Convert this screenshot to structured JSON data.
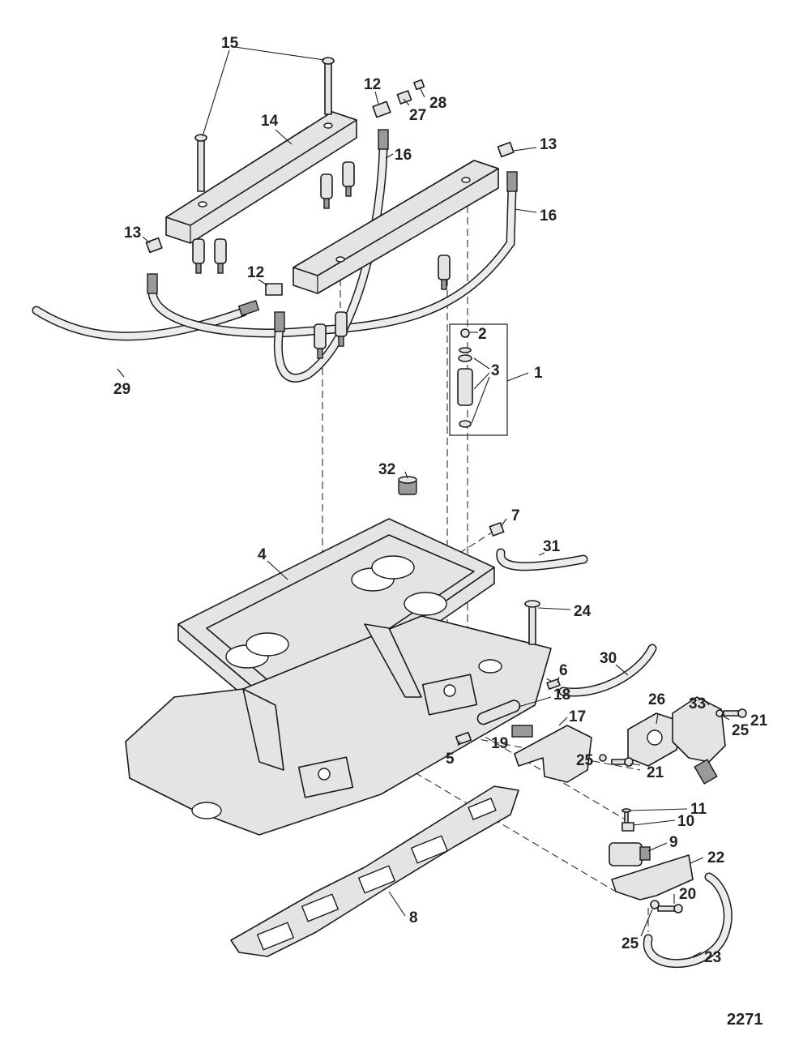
{
  "figure_number": "2271",
  "callouts": [
    {
      "id": "c1",
      "text": "1"
    },
    {
      "id": "c2",
      "text": "2"
    },
    {
      "id": "c3",
      "text": "3"
    },
    {
      "id": "c4",
      "text": "4"
    },
    {
      "id": "c5",
      "text": "5"
    },
    {
      "id": "c6",
      "text": "6"
    },
    {
      "id": "c7",
      "text": "7"
    },
    {
      "id": "c8",
      "text": "8"
    },
    {
      "id": "c9",
      "text": "9"
    },
    {
      "id": "c10",
      "text": "10"
    },
    {
      "id": "c11",
      "text": "11"
    },
    {
      "id": "c12a",
      "text": "12"
    },
    {
      "id": "c12b",
      "text": "12"
    },
    {
      "id": "c13a",
      "text": "13"
    },
    {
      "id": "c13b",
      "text": "13"
    },
    {
      "id": "c14",
      "text": "14"
    },
    {
      "id": "c15",
      "text": "15"
    },
    {
      "id": "c16a",
      "text": "16"
    },
    {
      "id": "c16b",
      "text": "16"
    },
    {
      "id": "c17",
      "text": "17"
    },
    {
      "id": "c18",
      "text": "18"
    },
    {
      "id": "c19",
      "text": "19"
    },
    {
      "id": "c20",
      "text": "20"
    },
    {
      "id": "c21a",
      "text": "21"
    },
    {
      "id": "c21b",
      "text": "21"
    },
    {
      "id": "c22",
      "text": "22"
    },
    {
      "id": "c23",
      "text": "23"
    },
    {
      "id": "c24",
      "text": "24"
    },
    {
      "id": "c25a",
      "text": "25"
    },
    {
      "id": "c25b",
      "text": "25"
    },
    {
      "id": "c25c",
      "text": "25"
    },
    {
      "id": "c26",
      "text": "26"
    },
    {
      "id": "c27",
      "text": "27"
    },
    {
      "id": "c28",
      "text": "28"
    },
    {
      "id": "c29",
      "text": "29"
    },
    {
      "id": "c30",
      "text": "30"
    },
    {
      "id": "c31",
      "text": "31"
    },
    {
      "id": "c32",
      "text": "32"
    },
    {
      "id": "c33",
      "text": "33"
    }
  ]
}
